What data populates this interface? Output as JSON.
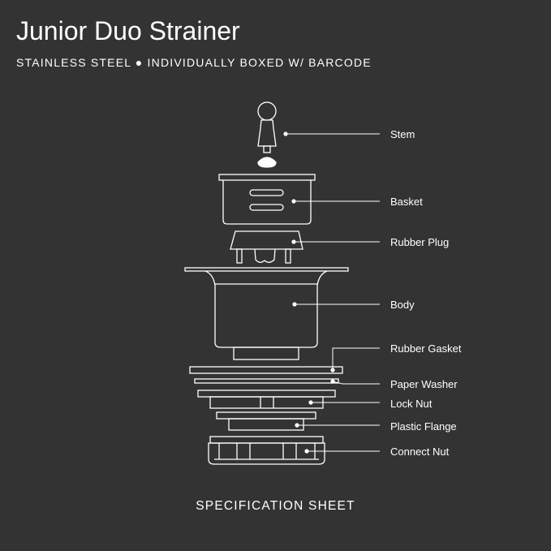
{
  "header": {
    "title": "Junior Duo Strainer",
    "subtitle": "STAINLESS STEEL ● INDIVIDUALLY BOXED W/ BARCODE"
  },
  "parts": [
    {
      "id": "stem",
      "label": "Stem"
    },
    {
      "id": "basket",
      "label": "Basket"
    },
    {
      "id": "rubber-plug",
      "label": "Rubber Plug"
    },
    {
      "id": "body",
      "label": "Body"
    },
    {
      "id": "rubber-gasket",
      "label": "Rubber Gasket"
    },
    {
      "id": "paper-washer",
      "label": "Paper Washer"
    },
    {
      "id": "lock-nut",
      "label": "Lock Nut"
    },
    {
      "id": "plastic-flange",
      "label": "Plastic Flange"
    },
    {
      "id": "connect-nut",
      "label": "Connect Nut"
    }
  ],
  "footer": {
    "label": "SPECIFICATION SHEET"
  },
  "colors": {
    "background": "#333333",
    "line": "#ffffff"
  }
}
